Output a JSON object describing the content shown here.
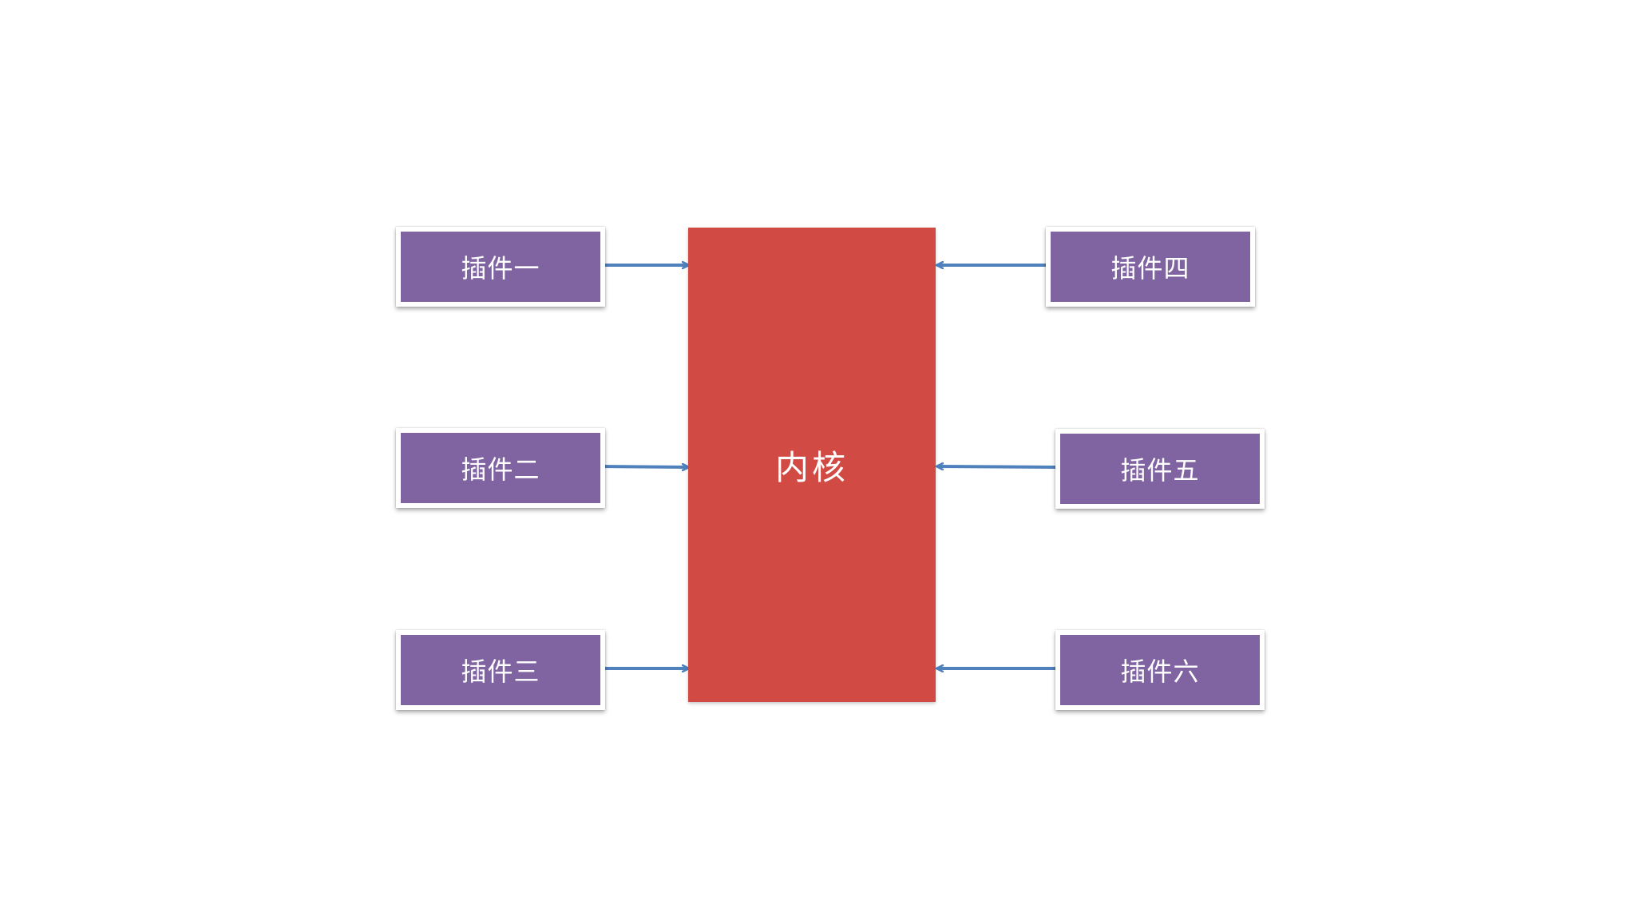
{
  "diagram": {
    "kernel": {
      "label": "内核"
    },
    "plugins": [
      {
        "label": "插件一"
      },
      {
        "label": "插件二"
      },
      {
        "label": "插件三"
      },
      {
        "label": "插件四"
      },
      {
        "label": "插件五"
      },
      {
        "label": "插件六"
      }
    ],
    "colors": {
      "plugin_fill": "#8064a2",
      "kernel_fill": "#d14a43",
      "arrow": "#4f81bd",
      "border": "#ffffff"
    }
  }
}
